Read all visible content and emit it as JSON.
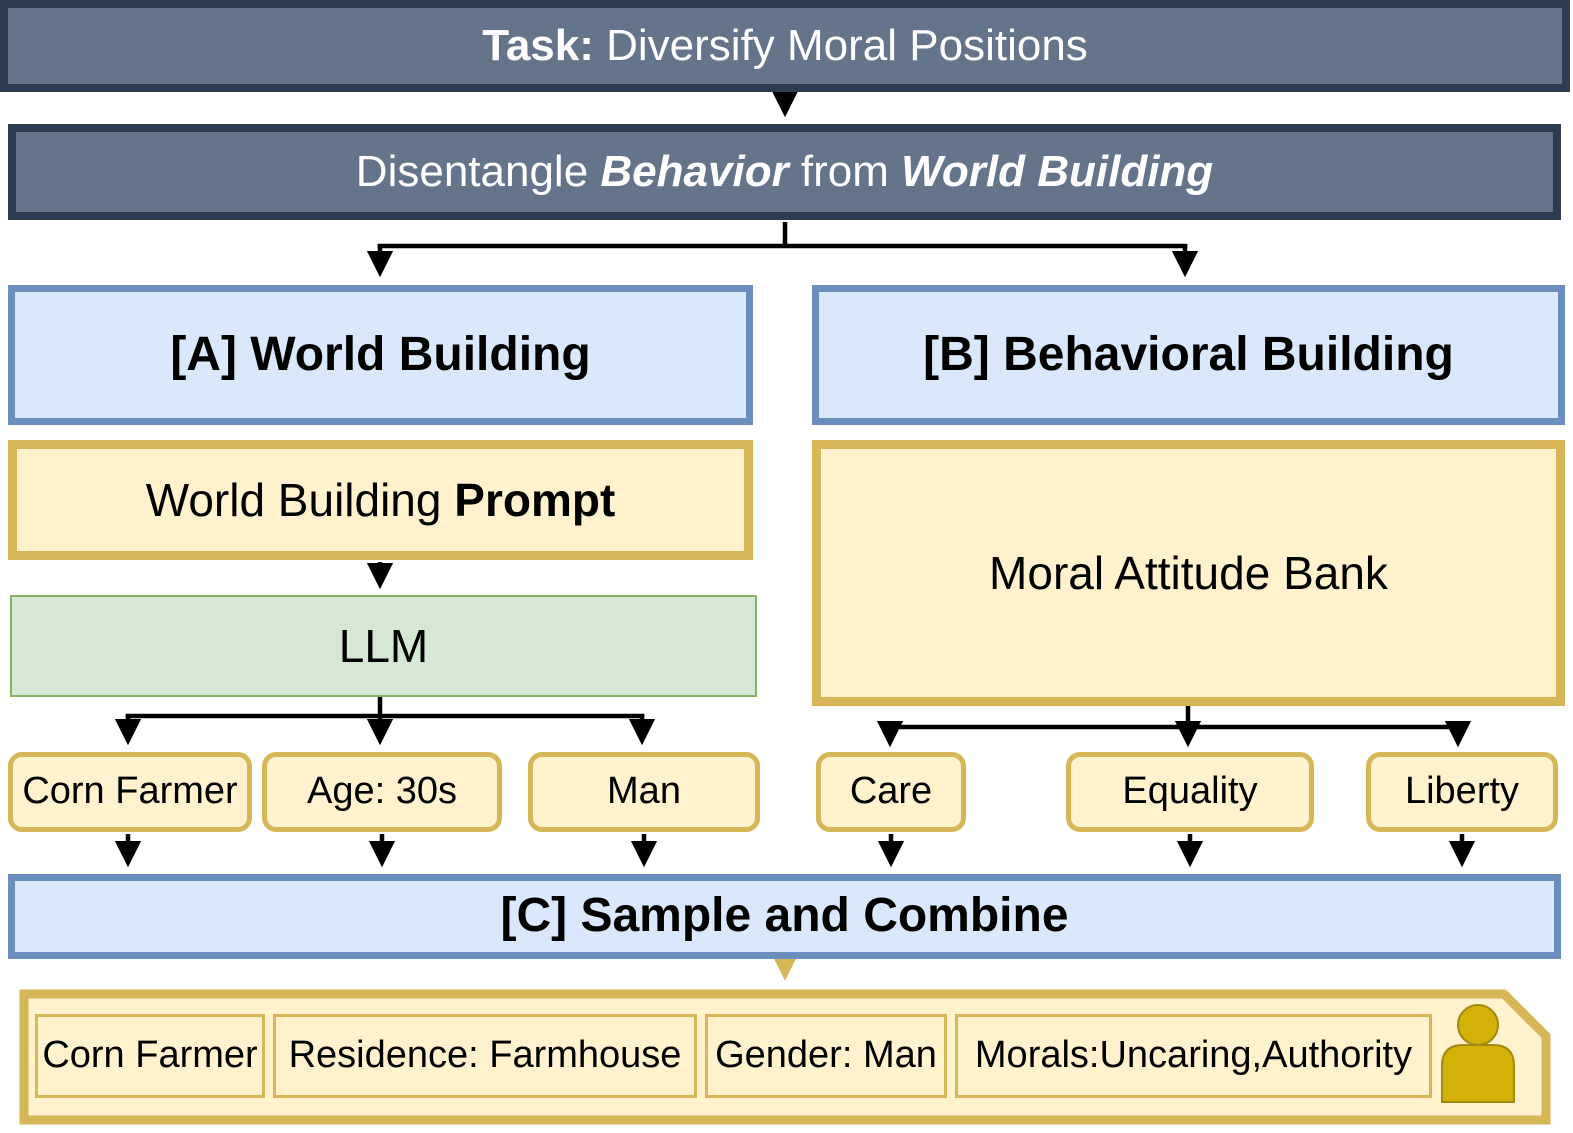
{
  "colors": {
    "header_fill": "#64748b",
    "header_border": "#2e3c50",
    "blue_fill": "#dae8fc",
    "blue_border": "#6c8ebf",
    "yellow_fill": "#fff2cc",
    "yellow_border": "#d6b656",
    "green_fill": "#d5e8d4",
    "green_border": "#82b366",
    "person_fill": "#d4b106",
    "arrow_color": "#000000"
  },
  "task_banner": {
    "prefix": "Task:",
    "title": " Diversify Moral Positions"
  },
  "strategy_banner": {
    "lead": "Disentangle ",
    "emphasis1": "Behavior",
    "middle": " from ",
    "emphasis2": "World Building"
  },
  "world_building": {
    "title": "[A] World Building",
    "prompt_lead": "World Building ",
    "prompt_bold": "Prompt",
    "llm_label": "LLM",
    "outputs": [
      "Corn Farmer",
      "Age: 30s",
      "Man"
    ]
  },
  "behavioral_building": {
    "title": "[B] Behavioral Building",
    "bank_label": "Moral Attitude Bank",
    "outputs": [
      "Care",
      "Equality",
      "Liberty"
    ]
  },
  "combine_banner": {
    "title": "[C] Sample and Combine"
  },
  "persona_card": {
    "fields": [
      "Corn Farmer",
      "Residence: Farmhouse",
      "Gender: Man",
      "Morals:Uncaring,Authority"
    ]
  }
}
